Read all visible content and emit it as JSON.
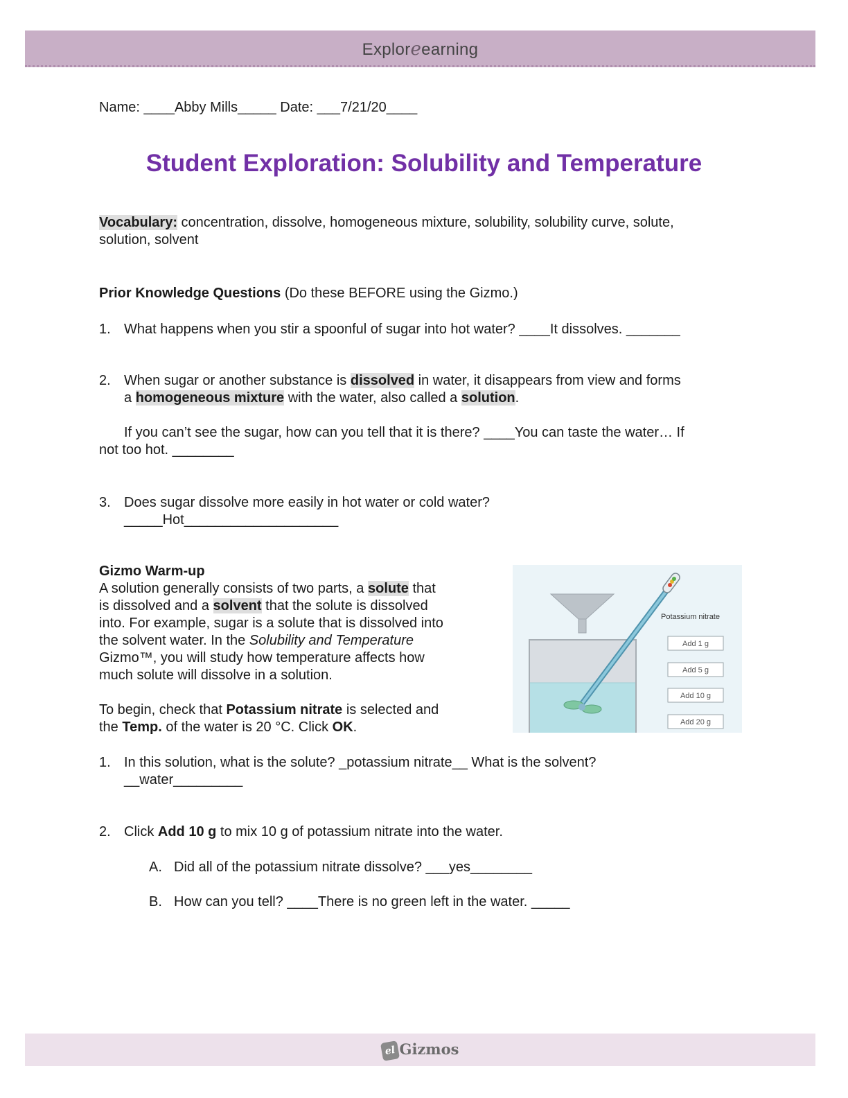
{
  "header": {
    "logo_part1": "Explor",
    "logo_mark": "e",
    "logo_part2": "earning"
  },
  "student": {
    "name_label": "Name:",
    "name_value": "____Abby Mills_____",
    "date_label": "Date:",
    "date_value": "___7/21/20____"
  },
  "title": "Student Exploration: Solubility and Temperature",
  "vocabulary": {
    "label": "Vocabulary:",
    "terms_line1": " concentration, dissolve, homogeneous mixture, solubility, solubility curve, solute,",
    "terms_line2": "solution, solvent"
  },
  "prior": {
    "heading": "Prior Knowledge Questions",
    "heading_note": " (Do these BEFORE using the Gizmo.)",
    "q1": {
      "num": "1.",
      "text": "What happens when you stir a spoonful of sugar into hot water? ",
      "answer": "____It dissolves. _______"
    },
    "q2": {
      "num": "2.",
      "pre": "When sugar or another substance is ",
      "term1": "dissolved",
      "mid1": " in water, it disappears from view and forms",
      "pre2": "a ",
      "term2": "homogeneous mixture",
      "mid2": " with the water, also called a ",
      "term3": "solution",
      "end": ".",
      "sub_q": "If you can’t see the sugar, how can you tell that it is there? ",
      "sub_a1": "____You can taste the water… If",
      "sub_a2": "not too hot. ________"
    },
    "q3": {
      "num": "3.",
      "text": "Does sugar dissolve more easily in hot water or cold water?",
      "answer": "_____Hot____________________"
    }
  },
  "warmup": {
    "heading": "Gizmo Warm-up",
    "p1_l1a": "A solution generally consists of two parts, a ",
    "p1_solute": "solute",
    "p1_l1b": " that",
    "p1_l2a": "is dissolved and a ",
    "p1_solvent": "solvent",
    "p1_l2b": " that the solute is dissolved",
    "p1_l3": "into. For example, sugar is a solute that is dissolved into",
    "p1_l4a": "the solvent water. In the ",
    "p1_italic": "Solubility and Temperature",
    "p1_l5": "Gizmo™, you will study how temperature affects how",
    "p1_l6": "much solute will dissolve in a solution.",
    "p2_l1a": "To begin, check that ",
    "p2_bold1": "Potassium nitrate",
    "p2_l1b": " is selected and",
    "p2_l2a": "the ",
    "p2_bold2": "Temp.",
    "p2_l2b": " of the water is 20 °C. Click ",
    "p2_bold3": "OK",
    "p2_l2c": ".",
    "illustration": {
      "label": "Potassium nitrate",
      "buttons": [
        "Add  1 g",
        "Add  5 g",
        "Add  10 g",
        "Add  20 g"
      ],
      "colors": {
        "water": "#b6e0e6",
        "panel": "#ebf4f8",
        "beaker": "#d9dde2",
        "stirrer": "#6aafc8"
      }
    },
    "q1": {
      "num": "1.",
      "text": "In this solution, what is the solute? _potassium nitrate__  What is the solvent?",
      "answer": "__water_________"
    },
    "q2": {
      "num": "2.",
      "pre": "Click ",
      "bold": "Add 10 g",
      "post": " to mix 10 g of potassium nitrate into the water.",
      "a": {
        "letter": "A.",
        "text": "Did all of the potassium nitrate dissolve? ___yes________"
      },
      "b": {
        "letter": "B.",
        "text": "How can you tell? ____There is no green left in the water. _____"
      }
    }
  },
  "footer": {
    "mark": "el",
    "logo": "Gizmos"
  },
  "colors": {
    "title": "#7130a6",
    "header_band": "#c8afc6",
    "footer_band": "#ede1eb",
    "highlight": "#dedede"
  }
}
